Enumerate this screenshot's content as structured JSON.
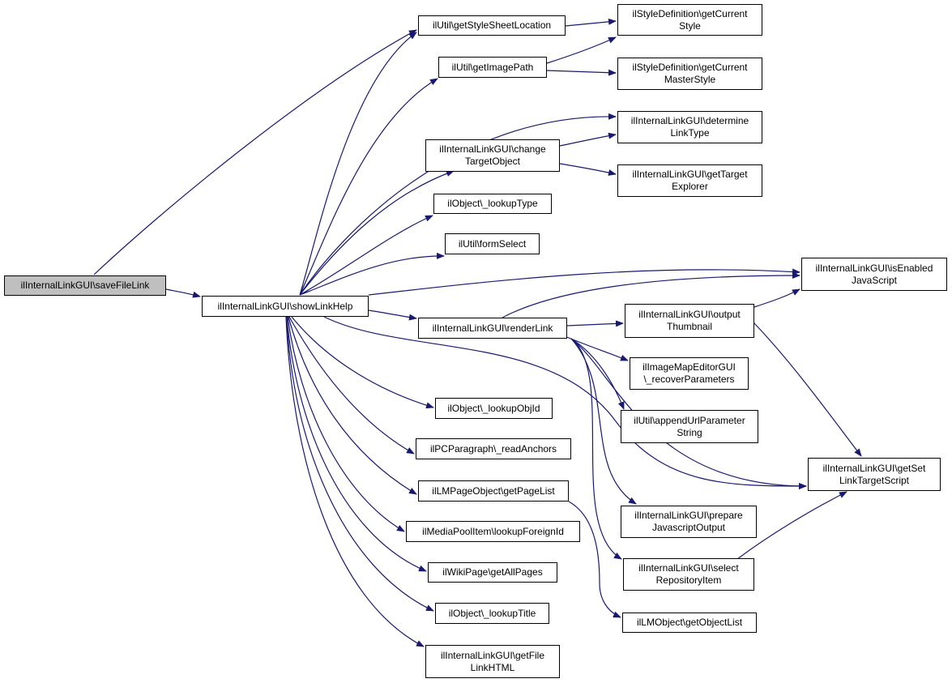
{
  "colors": {
    "edge": "#191970",
    "root_fill": "#bfbfbf",
    "node_fill": "#ffffff",
    "border": "#000000"
  },
  "nodes": [
    {
      "id": "savefilelink",
      "lines": [
        "ilInternalLinkGUI\\saveFileLink"
      ],
      "root": true
    },
    {
      "id": "showlinkhelp",
      "lines": [
        "ilInternalLinkGUI\\showLinkHelp"
      ]
    },
    {
      "id": "getstylesheetlocation",
      "lines": [
        "ilUtil\\getStyleSheetLocation"
      ]
    },
    {
      "id": "getimagepath",
      "lines": [
        "ilUtil\\getImagePath"
      ]
    },
    {
      "id": "changetargetobject",
      "lines": [
        "ilInternalLinkGUI\\change",
        "TargetObject"
      ]
    },
    {
      "id": "lookuptype",
      "lines": [
        "ilObject\\_lookupType"
      ]
    },
    {
      "id": "formselect",
      "lines": [
        "ilUtil\\formSelect"
      ]
    },
    {
      "id": "renderlink",
      "lines": [
        "ilInternalLinkGUI\\renderLink"
      ]
    },
    {
      "id": "lookupobjid",
      "lines": [
        "ilObject\\_lookupObjId"
      ]
    },
    {
      "id": "readanchors",
      "lines": [
        "ilPCParagraph\\_readAnchors"
      ]
    },
    {
      "id": "getpagelist",
      "lines": [
        "ilLMPageObject\\getPageList"
      ]
    },
    {
      "id": "lookupforeignid",
      "lines": [
        "ilMediaPoolItem\\lookupForeignId"
      ]
    },
    {
      "id": "getallpages",
      "lines": [
        "ilWikiPage\\getAllPages"
      ]
    },
    {
      "id": "lookuptitle",
      "lines": [
        "ilObject\\_lookupTitle"
      ]
    },
    {
      "id": "getfilelinkhtml",
      "lines": [
        "ilInternalLinkGUI\\getFile",
        "LinkHTML"
      ]
    },
    {
      "id": "getcurrentstyle",
      "lines": [
        "ilStyleDefinition\\getCurrent",
        "Style"
      ]
    },
    {
      "id": "getcurrentmasterstyle",
      "lines": [
        "ilStyleDefinition\\getCurrent",
        "MasterStyle"
      ]
    },
    {
      "id": "determinelinktype",
      "lines": [
        "ilInternalLinkGUI\\determine",
        "LinkType"
      ]
    },
    {
      "id": "gettargetexplorer",
      "lines": [
        "ilInternalLinkGUI\\getTarget",
        "Explorer"
      ]
    },
    {
      "id": "outputthumbnail",
      "lines": [
        "ilInternalLinkGUI\\output",
        "Thumbnail"
      ]
    },
    {
      "id": "recoverparameters",
      "lines": [
        "ilImageMapEditorGUI",
        "\\_recoverParameters"
      ]
    },
    {
      "id": "appendurlparameterstring",
      "lines": [
        "ilUtil\\appendUrlParameter",
        "String"
      ]
    },
    {
      "id": "preparejavascriptoutput",
      "lines": [
        "ilInternalLinkGUI\\prepare",
        "JavascriptOutput"
      ]
    },
    {
      "id": "selectrepositoryitem",
      "lines": [
        "ilInternalLinkGUI\\select",
        "RepositoryItem"
      ]
    },
    {
      "id": "getobjectlist",
      "lines": [
        "ilLMObject\\getObjectList"
      ]
    },
    {
      "id": "isenabledjavascript",
      "lines": [
        "ilInternalLinkGUI\\isEnabled",
        "JavaScript"
      ]
    },
    {
      "id": "getsetlinktargetscript",
      "lines": [
        "ilInternalLinkGUI\\getSet",
        "LinkTargetScript"
      ]
    }
  ],
  "edges": [
    {
      "from": "savefilelink",
      "to": "getstylesheetlocation"
    },
    {
      "from": "savefilelink",
      "to": "showlinkhelp"
    },
    {
      "from": "showlinkhelp",
      "to": "getstylesheetlocation"
    },
    {
      "from": "showlinkhelp",
      "to": "getimagepath"
    },
    {
      "from": "showlinkhelp",
      "to": "determinelinktype"
    },
    {
      "from": "showlinkhelp",
      "to": "changetargetobject"
    },
    {
      "from": "showlinkhelp",
      "to": "lookuptype"
    },
    {
      "from": "showlinkhelp",
      "to": "formselect"
    },
    {
      "from": "showlinkhelp",
      "to": "isenabledjavascript"
    },
    {
      "from": "showlinkhelp",
      "to": "renderlink"
    },
    {
      "from": "showlinkhelp",
      "to": "getsetlinktargetscript"
    },
    {
      "from": "showlinkhelp",
      "to": "lookupobjid"
    },
    {
      "from": "showlinkhelp",
      "to": "readanchors"
    },
    {
      "from": "showlinkhelp",
      "to": "getpagelist"
    },
    {
      "from": "showlinkhelp",
      "to": "lookupforeignid"
    },
    {
      "from": "showlinkhelp",
      "to": "getallpages"
    },
    {
      "from": "showlinkhelp",
      "to": "lookuptitle"
    },
    {
      "from": "showlinkhelp",
      "to": "getfilelinkhtml"
    },
    {
      "from": "getstylesheetlocation",
      "to": "getcurrentstyle"
    },
    {
      "from": "getimagepath",
      "to": "getcurrentstyle"
    },
    {
      "from": "getimagepath",
      "to": "getcurrentmasterstyle"
    },
    {
      "from": "changetargetobject",
      "to": "determinelinktype"
    },
    {
      "from": "changetargetobject",
      "to": "gettargetexplorer"
    },
    {
      "from": "renderlink",
      "to": "isenabledjavascript"
    },
    {
      "from": "renderlink",
      "to": "outputthumbnail"
    },
    {
      "from": "renderlink",
      "to": "recoverparameters"
    },
    {
      "from": "renderlink",
      "to": "appendurlparameterstring"
    },
    {
      "from": "renderlink",
      "to": "getsetlinktargetscript"
    },
    {
      "from": "renderlink",
      "to": "preparejavascriptoutput"
    },
    {
      "from": "renderlink",
      "to": "selectrepositoryitem"
    },
    {
      "from": "outputthumbnail",
      "to": "isenabledjavascript"
    },
    {
      "from": "outputthumbnail",
      "to": "getsetlinktargetscript"
    },
    {
      "from": "selectrepositoryitem",
      "to": "getsetlinktargetscript"
    },
    {
      "from": "getpagelist",
      "to": "getobjectlist"
    }
  ]
}
